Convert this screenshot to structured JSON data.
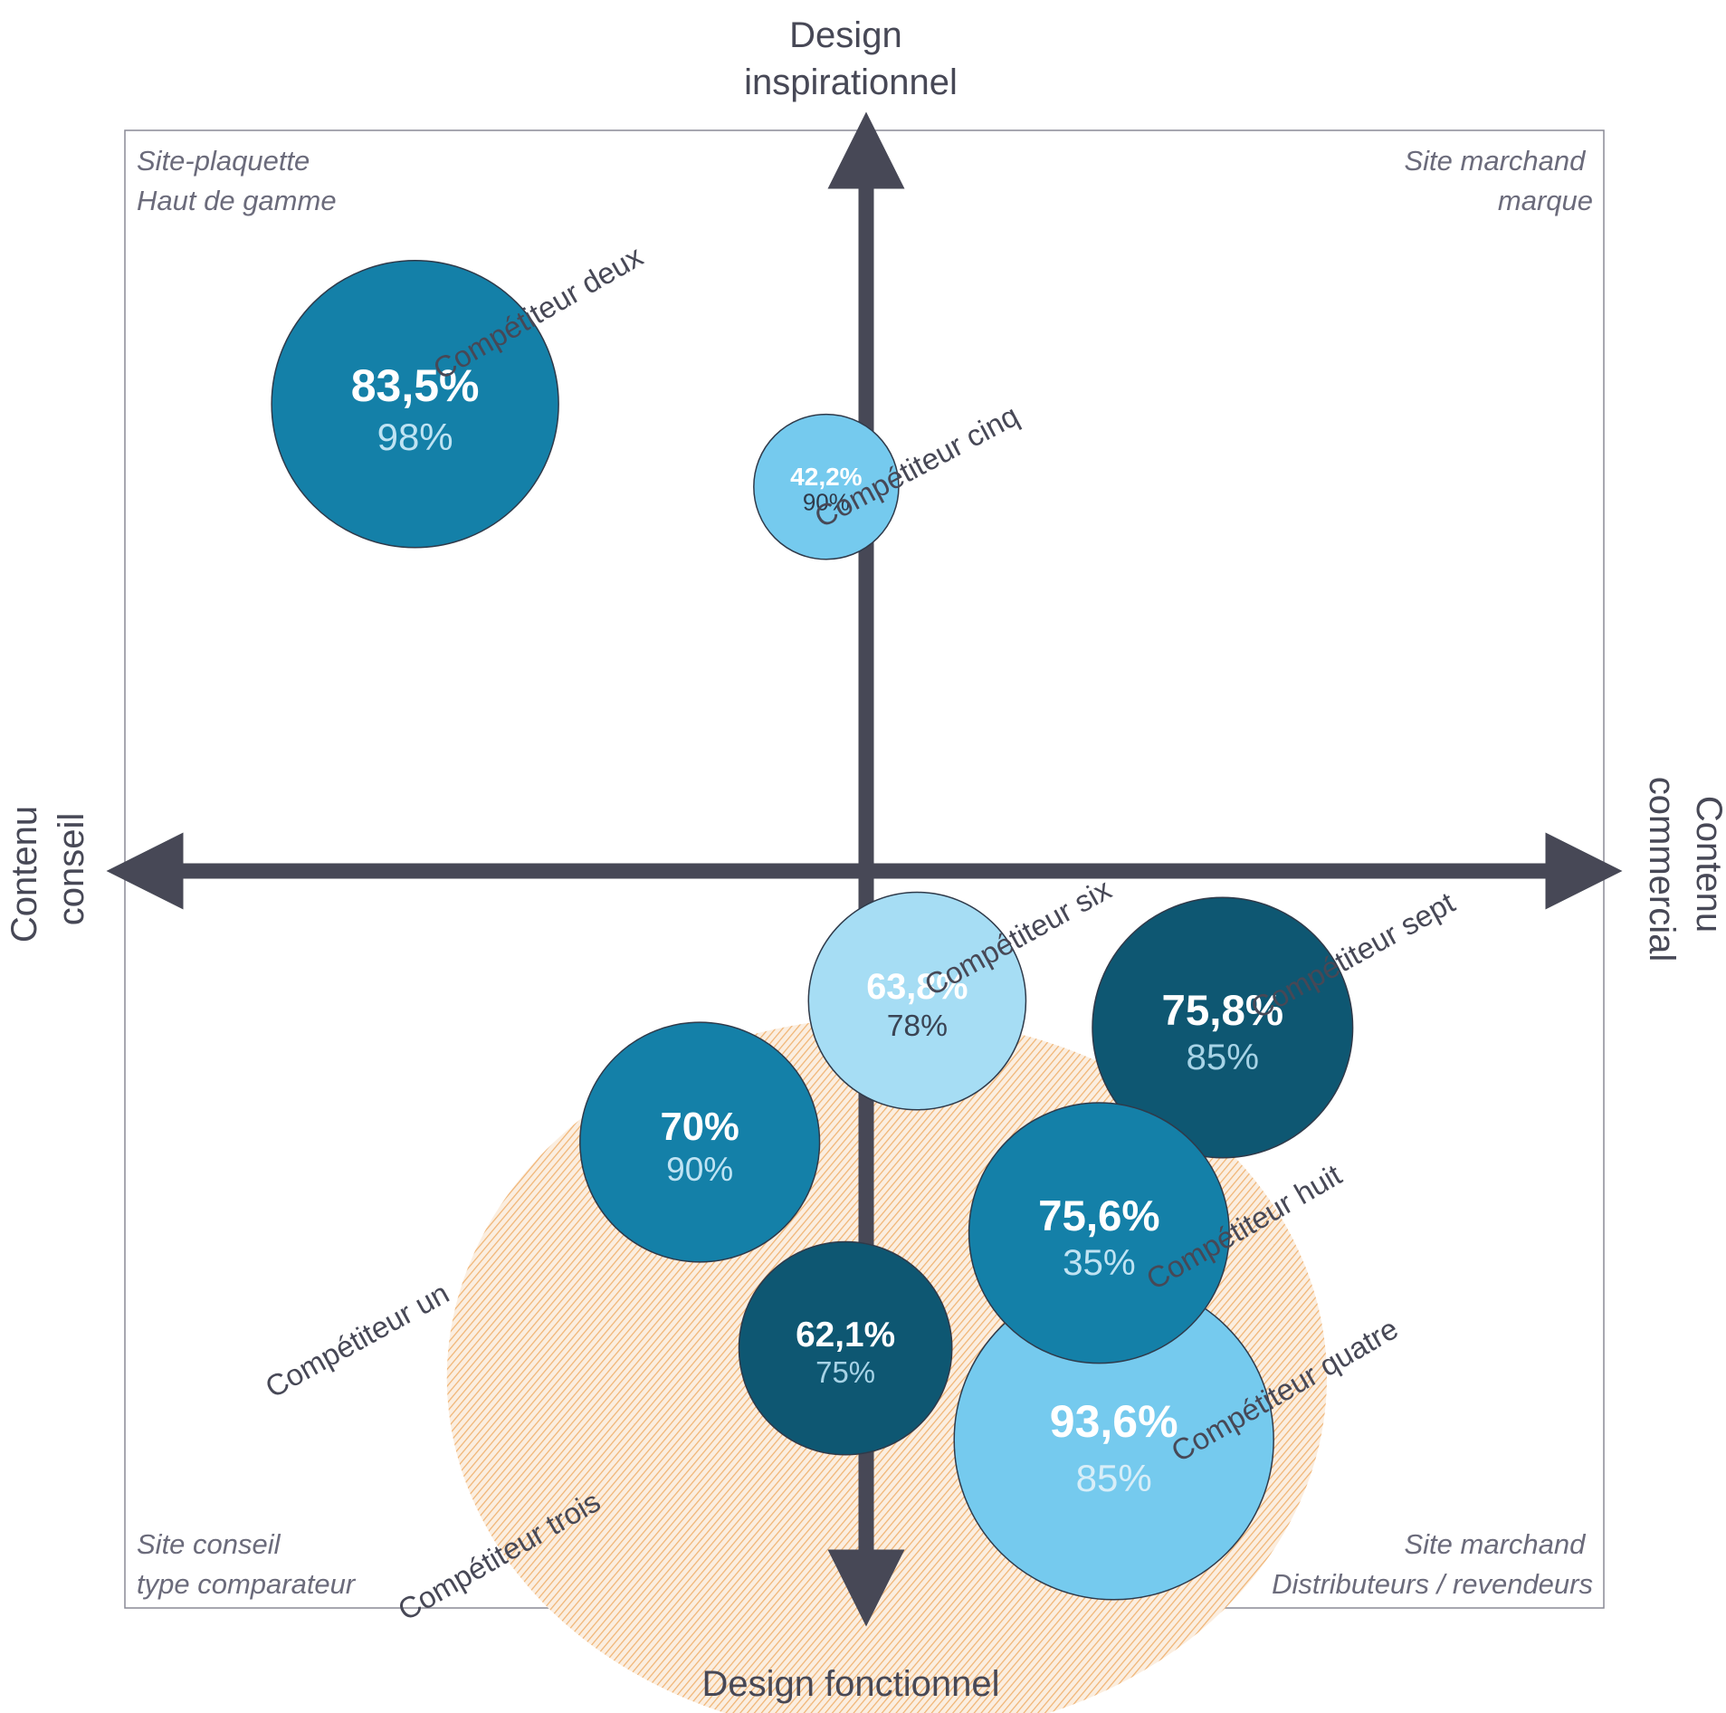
{
  "chart_data": {
    "type": "bubble",
    "axes": {
      "top": [
        "Design",
        "inspirationnel"
      ],
      "bottom": [
        "Design fonctionnel"
      ],
      "left": [
        "Contenu",
        "conseil"
      ],
      "right": [
        "Contenu",
        "commercial"
      ]
    },
    "quadrants": {
      "top_left": [
        "Site-plaquette",
        "Haut de gamme"
      ],
      "top_right": [
        "Site marchand",
        "marque"
      ],
      "bottom_left": [
        "Site conseil",
        "type comparateur"
      ],
      "bottom_right": [
        "Site marchand",
        "Distributeurs / revendeurs"
      ]
    },
    "x_range": [
      -1,
      1
    ],
    "y_range": [
      -1,
      1
    ],
    "colors": {
      "axis": "#474856",
      "dark": "#0e5772",
      "mid": "#1480a8",
      "light": "#75caee",
      "pale": "#a6ddf4",
      "hatch": "#f0b474",
      "hatch_bg": "#fbeee0"
    },
    "highlight_zone": {
      "cx": 0.028,
      "cy": -0.686,
      "rx": 0.595,
      "ry": 0.488
    },
    "bubbles": [
      {
        "name": "Compétiteur deux",
        "main": "83,5%",
        "sub": "98%",
        "x": -0.61,
        "y": 0.632,
        "r": 0.194,
        "color": "mid",
        "sub_color": "#bfe3f3"
      },
      {
        "name": "Compétiteur cinq",
        "main": "42,2%",
        "sub": "90%",
        "x": -0.054,
        "y": 0.52,
        "r": 0.098,
        "color": "light",
        "sub_color": "#2f3a4a"
      },
      {
        "name": "Compétiteur six",
        "main": "63,8%",
        "sub": "78%",
        "x": 0.069,
        "y": -0.176,
        "r": 0.147,
        "color": "pale",
        "sub_color": "#3a4454"
      },
      {
        "name": "Compétiteur sept",
        "main": "75,8%",
        "sub": "85%",
        "x": 0.482,
        "y": -0.212,
        "r": 0.176,
        "color": "dark",
        "sub_color": "#a7d3e6"
      },
      {
        "name": "Compétiteur un",
        "main": "70%",
        "sub": "90%",
        "x": -0.225,
        "y": -0.367,
        "r": 0.162,
        "color": "mid",
        "sub_color": "#bfe3f3"
      },
      {
        "name": "Compétiteur quatre",
        "main": "93,6%",
        "sub": "85%",
        "x": 0.335,
        "y": -0.77,
        "r": 0.216,
        "color": "light",
        "sub_color": "#d8eef8"
      },
      {
        "name": "Compétiteur huit",
        "main": "75,6%",
        "sub": "35%",
        "x": 0.315,
        "y": -0.49,
        "r": 0.176,
        "color": "mid",
        "sub_color": "#bfe3f3"
      },
      {
        "name": "Compétiteur trois",
        "main": "62,1%",
        "sub": "75%",
        "x": -0.028,
        "y": -0.646,
        "r": 0.144,
        "color": "dark",
        "sub_color": "#a7d3e6"
      }
    ]
  }
}
